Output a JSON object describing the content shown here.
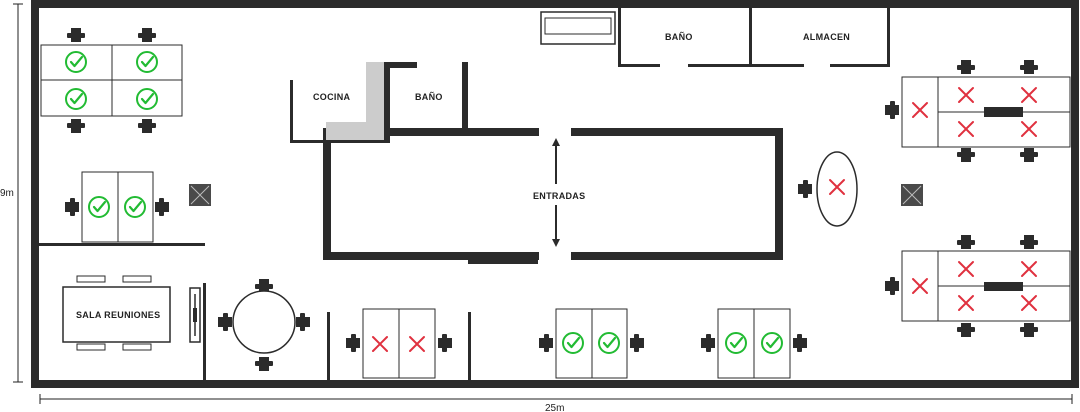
{
  "colors": {
    "wall": "#2b2b2b",
    "available": "#22bb33",
    "occupied": "#e0313f",
    "stair": "#cccccc",
    "chair": "#2b2b2b"
  },
  "labels": {
    "cocina": "COCINA",
    "bano_inner": "BAÑO",
    "bano_top": "BAÑO",
    "almacen": "ALMACEN",
    "entradas": "ENTRADAS",
    "sala": "SALA REUNIONES"
  },
  "dimensions": {
    "height": "9m",
    "width": "25m"
  },
  "desks": {
    "top_left": [
      "available",
      "available",
      "available",
      "available"
    ],
    "mid_left": [
      "available",
      "available"
    ],
    "bottom_a": [
      "occupied",
      "occupied"
    ],
    "bottom_b": [
      "available",
      "available"
    ],
    "bottom_c": [
      "available",
      "available"
    ],
    "right_top_bench": [
      "occupied",
      "occupied",
      "occupied",
      "occupied",
      "occupied"
    ],
    "right_bottom_bench": [
      "occupied",
      "occupied",
      "occupied",
      "occupied",
      "occupied"
    ],
    "oval_table": "occupied"
  },
  "blocked_cells": [
    "blocked",
    "blocked"
  ]
}
